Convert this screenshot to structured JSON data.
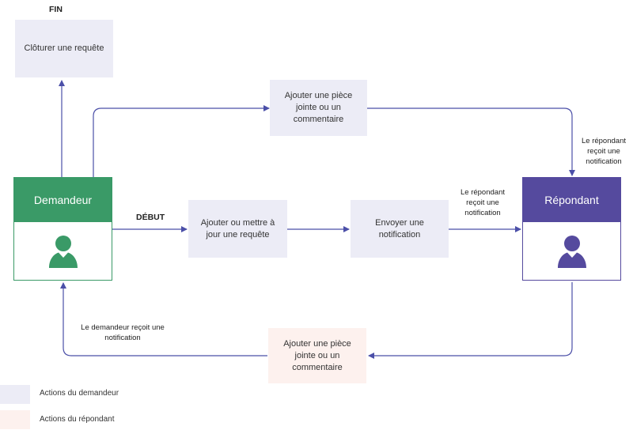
{
  "labels": {
    "fin": "FIN",
    "debut": "DÉBUT",
    "repondant_notif_top": [
      "Le répondant",
      "reçoit une",
      "notification"
    ],
    "repondant_notif_mid": [
      "Le répondant",
      "reçoit une",
      "notification"
    ],
    "demandeur_notif": [
      "Le demandeur reçoit une",
      "notification"
    ]
  },
  "boxes": {
    "cloturer": "Clôturer une requête",
    "ajouter_top": [
      "Ajouter une pièce",
      "jointe ou un",
      "commentaire"
    ],
    "ajouter_maj": [
      "Ajouter ou mettre à",
      "jour une requête"
    ],
    "envoyer": [
      "Envoyer une",
      "notification"
    ],
    "ajouter_bottom": [
      "Ajouter une pièce",
      "jointe ou un",
      "commentaire"
    ]
  },
  "actors": {
    "demandeur": "Demandeur",
    "repondant": "Répondant"
  },
  "legend": {
    "demandeur": "Actions du demandeur",
    "repondant": "Actions du répondant"
  },
  "colors": {
    "demandeur": "#3a9a67",
    "repondant": "#554a9e",
    "arrow": "#4b4fa8",
    "request_actions": "#ececf6",
    "response_actions": "#fdf1ee"
  }
}
